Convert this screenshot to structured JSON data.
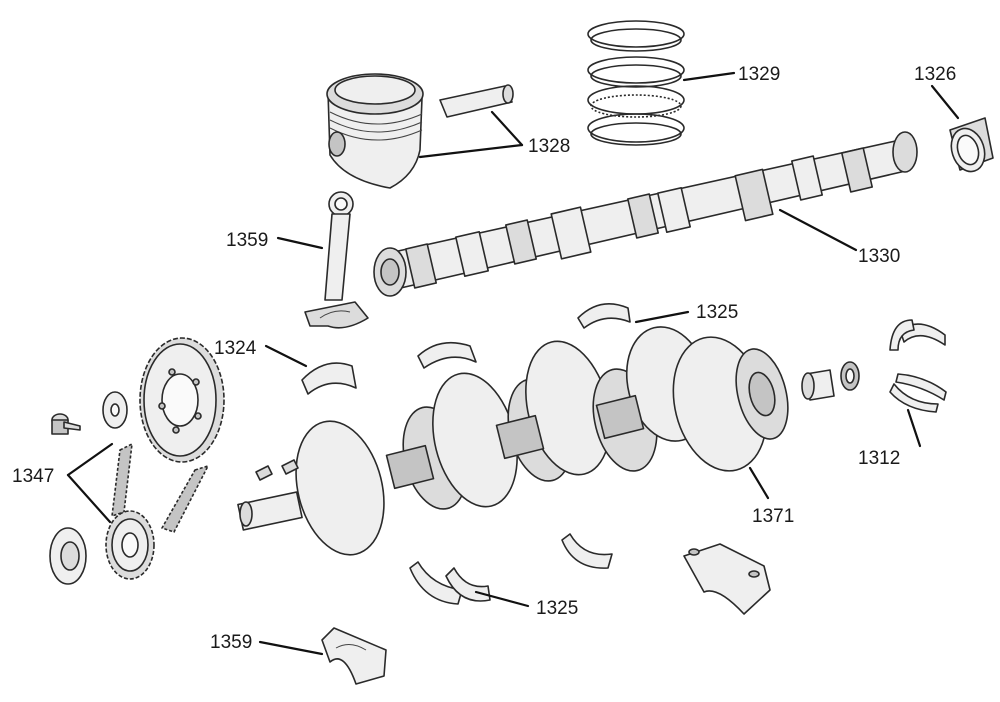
{
  "title": "Engine crankshaft, camshaft and piston assembly (exploded view)",
  "callouts": [
    {
      "id": "c1329",
      "label": "1329",
      "part": "piston-rings"
    },
    {
      "id": "c1326",
      "label": "1326",
      "part": "cam-bearing"
    },
    {
      "id": "c1328",
      "label": "1328",
      "part": "piston-and-pin"
    },
    {
      "id": "c1359a",
      "label": "1359",
      "part": "connecting-rod"
    },
    {
      "id": "c1330",
      "label": "1330",
      "part": "camshaft"
    },
    {
      "id": "c1325a",
      "label": "1325",
      "part": "main-bearing-upper"
    },
    {
      "id": "c1324",
      "label": "1324",
      "part": "rod-bearing"
    },
    {
      "id": "c1347",
      "label": "1347",
      "part": "timing-gears-and-chain"
    },
    {
      "id": "c1312",
      "label": "1312",
      "part": "rear-main-seal"
    },
    {
      "id": "c1371",
      "label": "1371",
      "part": "crankshaft"
    },
    {
      "id": "c1325b",
      "label": "1325",
      "part": "main-bearing-lower"
    },
    {
      "id": "c1359b",
      "label": "1359",
      "part": "rod-cap"
    }
  ]
}
